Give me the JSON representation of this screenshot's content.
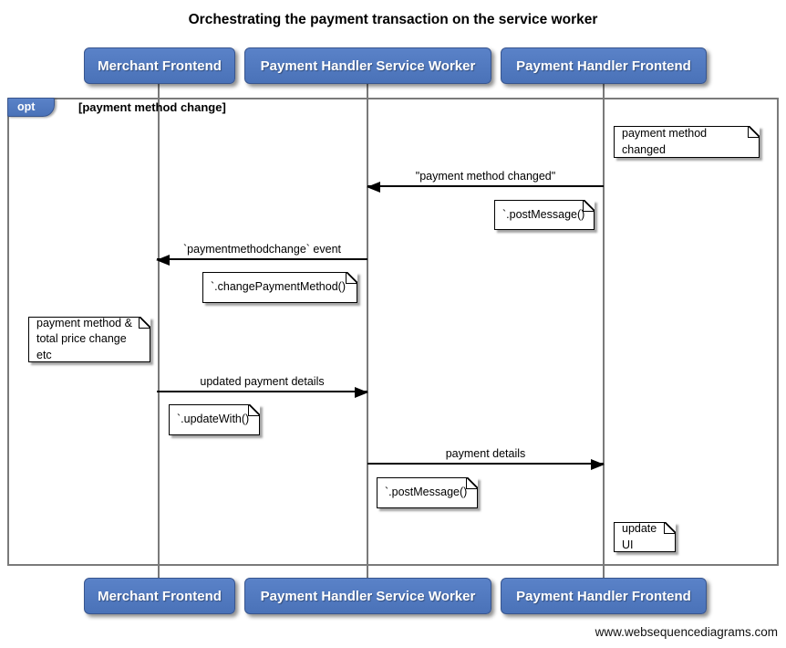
{
  "title": "Orchestrating the payment transaction on the service worker",
  "watermark": "www.websequencediagrams.com",
  "fragment": {
    "operator": "opt",
    "condition": "[payment method change]"
  },
  "actors": [
    {
      "label": "Merchant Frontend"
    },
    {
      "label": "Payment Handler Service Worker"
    },
    {
      "label": "Payment Handler Frontend"
    }
  ],
  "messages": [
    {
      "label": "\"payment method changed\"",
      "from": "Payment Handler Frontend",
      "to": "Payment Handler Service Worker"
    },
    {
      "label": "`paymentmethodchange` event",
      "from": "Payment Handler Service Worker",
      "to": "Merchant Frontend"
    },
    {
      "label": "updated payment details",
      "from": "Merchant Frontend",
      "to": "Payment Handler Service Worker"
    },
    {
      "label": "payment details",
      "from": "Payment Handler Service Worker",
      "to": "Payment Handler Frontend"
    }
  ],
  "notes": [
    {
      "text": "payment method changed",
      "position": "right of Payment Handler Frontend"
    },
    {
      "text": "`.postMessage()`",
      "position": "left of Payment Handler Frontend"
    },
    {
      "text": "`.changePaymentMethod()`",
      "position": "left of Payment Handler Service Worker"
    },
    {
      "text": "payment method &\ntotal price change etc",
      "position": "left of Merchant Frontend"
    },
    {
      "text": "`.updateWith()`",
      "position": "right of Merchant Frontend"
    },
    {
      "text": "`.postMessage()`",
      "position": "right of Payment Handler Service Worker"
    },
    {
      "text": "update UI",
      "position": "right of Payment Handler Frontend"
    }
  ],
  "colors": {
    "actor_fill": "#4e79c0",
    "actor_border": "#38558e",
    "frame_border": "#7a7a7a",
    "note_fill": "#ffffff",
    "arrow": "#000000"
  }
}
